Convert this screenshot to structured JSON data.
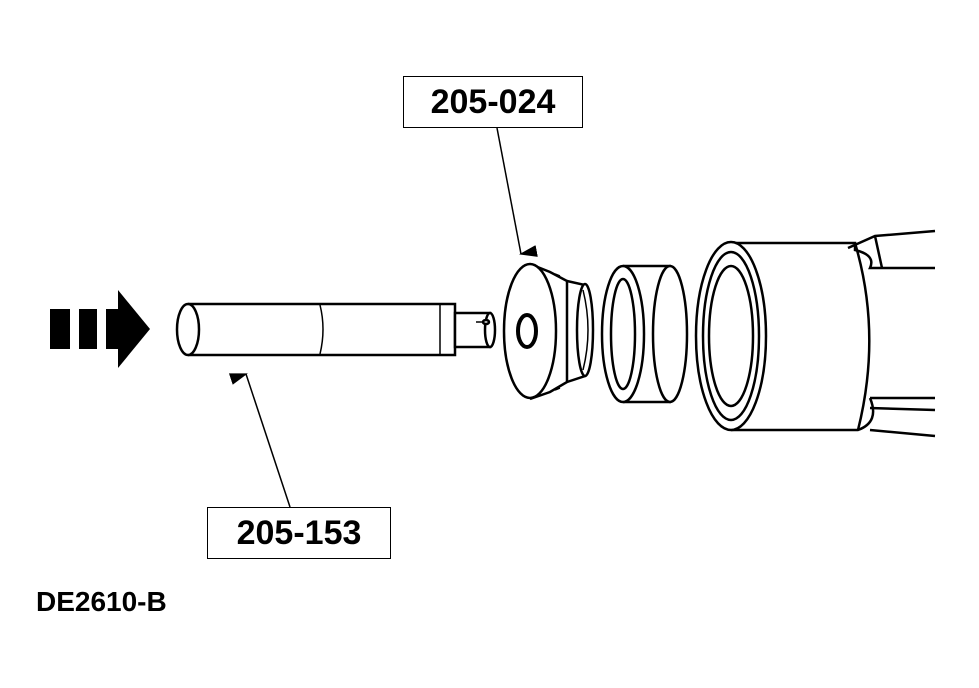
{
  "callouts": {
    "tool_top": "205-024",
    "tool_bottom": "205-153"
  },
  "figure_code": "DE2610-B",
  "colors": {
    "ink": "#000000",
    "background": "#ffffff"
  },
  "icons": [
    "direction-arrow-icon",
    "leader-arrow-icon"
  ]
}
